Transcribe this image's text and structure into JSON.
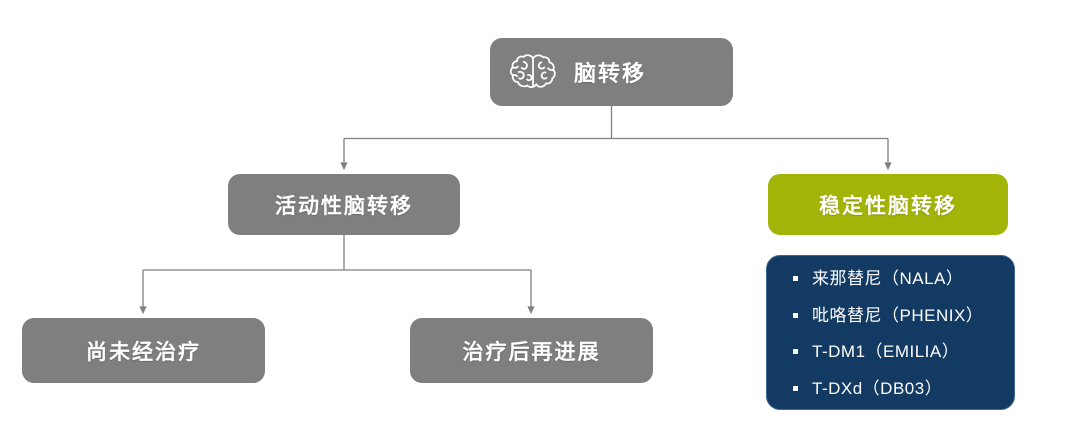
{
  "diagram": {
    "title_text": "脑转移",
    "colors": {
      "gray": "#7f7f7f",
      "green": "#a3b409",
      "navy": "#123a63",
      "navy_border": "#3b6691",
      "connector": "#808080",
      "background": "#ffffff",
      "text": "#ffffff"
    },
    "root": {
      "label": "脑转移",
      "icon": "brain-icon"
    },
    "level2": [
      {
        "label": "活动性脑转移",
        "style": "gray"
      },
      {
        "label": "稳定性脑转移",
        "style": "green"
      }
    ],
    "level3": [
      {
        "label": "尚未经治疗",
        "style": "gray"
      },
      {
        "label": "治疗后再进展",
        "style": "gray"
      }
    ],
    "regimens": [
      {
        "bullet": "square-bullet-icon",
        "text": "来那替尼（NALA）"
      },
      {
        "bullet": "square-bullet-icon",
        "text": "吡咯替尼（PHENIX）"
      },
      {
        "bullet": "square-bullet-icon",
        "text": "T-DM1（EMILIA）"
      },
      {
        "bullet": "square-bullet-icon",
        "text": "T-DXd（DB03）"
      }
    ]
  }
}
